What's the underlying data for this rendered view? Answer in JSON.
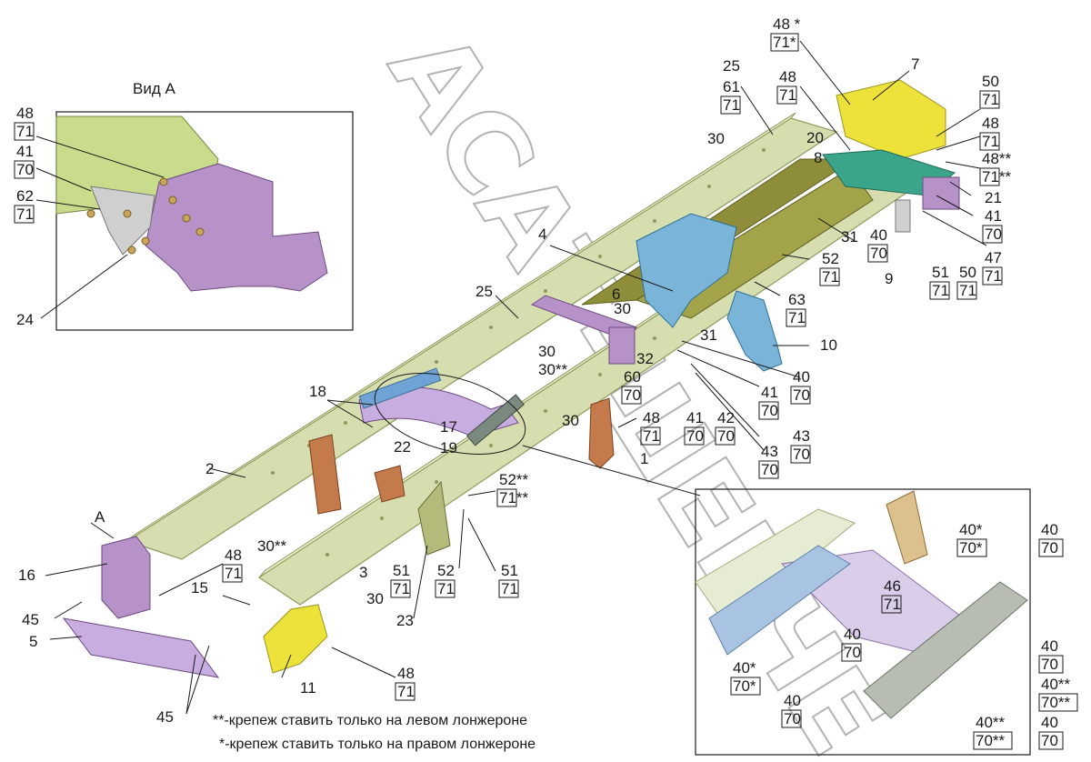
{
  "view_title": "Вид А",
  "view_arrow_label": "A",
  "watermark": "АСАТ-ШЕБЧЕ",
  "notes": {
    "left_only": "**-крепеж ставить только на левом лонжероне",
    "right_only": "*-крепеж ставить только на правом лонжероне"
  },
  "colors": {
    "frame_rail": "#d6deb0",
    "rail_edge": "#8f9a5e",
    "bracket_purple": "#b792c9",
    "support_blue": "#7ab5d9",
    "crossmember_olive": "#8d8d3a",
    "cast_brown": "#c47a4a",
    "yellow_part": "#ece23a",
    "teal_plate": "#3aa58a",
    "hardware": "#c9a45a"
  },
  "callouts": {
    "v48_71": [
      "48",
      "71"
    ],
    "v41_70": [
      "41",
      "70"
    ],
    "v62_71": [
      "62",
      "71"
    ],
    "v24": "24",
    "n48s_71s": [
      "48 *",
      "71*"
    ],
    "n7": "7",
    "n25a": "25",
    "n61_71": [
      "61",
      "71"
    ],
    "n48_71a": [
      "48",
      "71"
    ],
    "n50_71a": [
      "50",
      "71"
    ],
    "n48_71b": [
      "48",
      "71"
    ],
    "n30a": "30",
    "n20": "20",
    "n8": "8",
    "n48ss_71ss": [
      "48**",
      "71**"
    ],
    "n21": "21",
    "n41_70a": [
      "41",
      "70"
    ],
    "n47_71": [
      "47",
      "71"
    ],
    "n40_70a": [
      "40",
      "70"
    ],
    "n9": "9",
    "n51_71a": [
      "51",
      "71"
    ],
    "n50_71b": [
      "50",
      "71"
    ],
    "n31a": "31",
    "n4": "4",
    "n52_71a": [
      "52",
      "71"
    ],
    "n63_71": [
      "63",
      "71"
    ],
    "n25b": "25",
    "n6": "6",
    "n30b": "30",
    "n31b": "31",
    "n10": "10",
    "n30c": "30",
    "n30ss": "30**",
    "n32": "32",
    "n60_70": [
      "60",
      "70"
    ],
    "n40_70b": [
      "40",
      "70"
    ],
    "n41_70b": [
      "41",
      "70"
    ],
    "n43_70a": [
      "43",
      "70"
    ],
    "n18": "18",
    "n17": "17",
    "n30d": "30",
    "n48_71c": [
      "48",
      "71"
    ],
    "n41_70c": [
      "41",
      "70"
    ],
    "n42_70": [
      "42",
      "70"
    ],
    "n43_70b": [
      "43",
      "70"
    ],
    "n22": "22",
    "n19": "19",
    "n1": "1",
    "n2": "2",
    "n52ss_71ss": [
      "52**",
      "71**"
    ],
    "n16": "16",
    "n48_71d": [
      "48",
      "71"
    ],
    "n30ss2": "30**",
    "n3": "3",
    "n15": "15",
    "n51_71b": [
      "51",
      "71"
    ],
    "n52_71b": [
      "52",
      "71"
    ],
    "n51_71c": [
      "51",
      "71"
    ],
    "n45a": "45",
    "n30e": "30",
    "n23": "23",
    "n5": "5",
    "n11": "11",
    "n48_71e": [
      "48",
      "71"
    ],
    "n45b": "45",
    "d40s_70s": [
      "40*",
      "70*"
    ],
    "d40_70a": [
      "40",
      "70"
    ],
    "d46_71": [
      "46",
      "71"
    ],
    "d40_70b": [
      "40",
      "70"
    ],
    "d40_70c": [
      "40",
      "70"
    ],
    "d40s_70s2": [
      "40*",
      "70*"
    ],
    "d40ss_70ss": [
      "40**",
      "70**"
    ],
    "d40_70d": [
      "40",
      "70"
    ],
    "d40ss_70ss2": [
      "40**",
      "70**"
    ],
    "d40_70e": [
      "40",
      "70"
    ]
  }
}
